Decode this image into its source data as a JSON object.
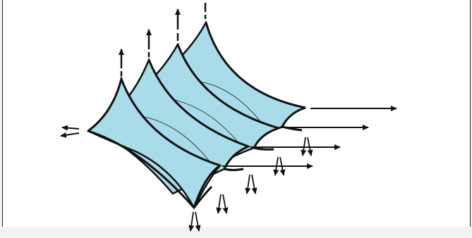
{
  "figure": {
    "icons": [
      "membrane-structure",
      "arrow"
    ],
    "colors": {
      "membrane_fill": "#a8dce8",
      "outline": "#111111",
      "background": "#ffffff"
    },
    "membrane_units": 4,
    "arrow_types": [
      "upward-support-reaction",
      "horizontal-tension",
      "downward-anchor-pair",
      "left-tension-pair"
    ]
  }
}
